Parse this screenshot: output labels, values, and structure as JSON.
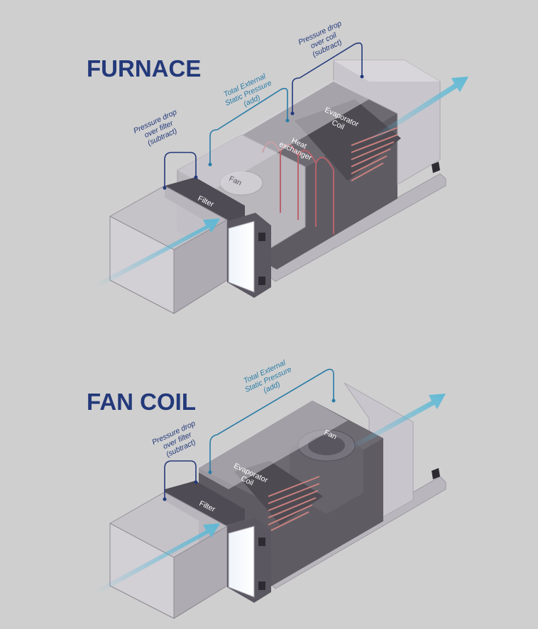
{
  "furnace": {
    "title": "FURNACE",
    "filter_note": [
      "Pressure drop",
      "over filter",
      "(subtract)"
    ],
    "static_note": [
      "Total External",
      "Static Pressure",
      "(add)"
    ],
    "coil_note": [
      "Pressure drop",
      "over coil",
      "(subtract)"
    ],
    "labels": {
      "filter": "Filter",
      "fan": "Fan",
      "heat": [
        "Heat",
        "exchanger"
      ],
      "coil": [
        "Evaporator",
        "Coil"
      ]
    }
  },
  "fancoil": {
    "title": "FAN COIL",
    "filter_note": [
      "Pressure drop",
      "over filter",
      "(subtract)"
    ],
    "static_note": [
      "Total External",
      "Static Pressure",
      "(add)"
    ],
    "labels": {
      "filter": "Filter",
      "fan": "Fan",
      "coil": [
        "Evaporator",
        "Coil"
      ]
    }
  },
  "colors": {
    "title": "#23397a",
    "note_dark": "#23397a",
    "note_blue": "#2a7ca6",
    "airflow": "#5bb8d6"
  }
}
